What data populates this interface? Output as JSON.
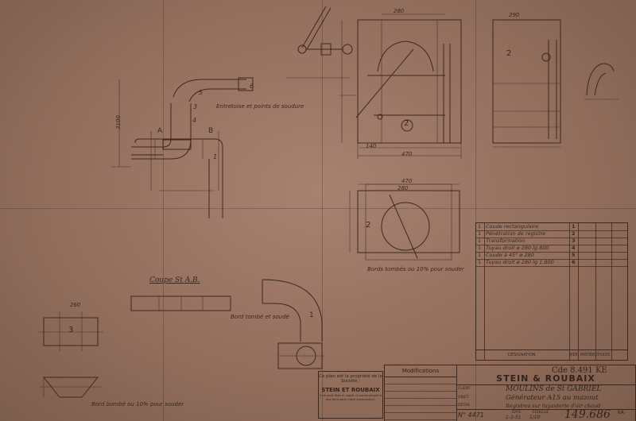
{
  "labels": {
    "section_title": "Coupe St A.B.",
    "section_a": "A",
    "section_b": "B",
    "circle_1": "1",
    "circle_2": "2",
    "circle_3": "3",
    "circle_4": "4",
    "circle_5": "5",
    "circle_6": "6",
    "note_reinforce": "Entretoise et points de soudure",
    "note_welded_edge": "Bord tombé et soudé",
    "note_bottom_edge": "Bord bombé ou 10% pour souder",
    "note_grid_edge": "Bords tombés ou 10% pour souder",
    "dim_3100": "3100",
    "dim_470_top": "470",
    "dim_280": "280",
    "dim_140": "140",
    "dim_470_mid": "470",
    "dim_280_mid": "280",
    "dim_290": "290",
    "dim_260": "260"
  },
  "parts_list": {
    "rows": [
      {
        "qty": "1",
        "designation": "Coude rectangulaire",
        "ref": "1"
      },
      {
        "qty": "1",
        "designation": "Pénétration de registre",
        "ref": "2"
      },
      {
        "qty": "1",
        "designation": "Transformation",
        "ref": "3"
      },
      {
        "qty": "1",
        "designation": "Tuyau droit ø 280 lg 800",
        "ref": "4"
      },
      {
        "qty": "1",
        "designation": "Coude à 45° ø 280",
        "ref": "5"
      },
      {
        "qty": "1",
        "designation": "Tuyau droit ø 280 lg 1.800",
        "ref": "6"
      }
    ],
    "footer": {
      "designation": "DÉSIGNATION",
      "ref": "REP.",
      "matter": "MATIÈRE",
      "weight": "POIDS"
    }
  },
  "notice": {
    "line1": "Ce plan est la propriété de la Société :",
    "company": "STEIN ET ROUBAIX",
    "line3": "Il ne peut être ni copié, ni communiqué à des tiers sans notre autorisation."
  },
  "title_block": {
    "modifications": "Modifications",
    "order": "Cde 8.491 KE",
    "company": "STEIN & ROUBAIX",
    "client_label": "CLIENT",
    "client": "MOULINS de St GABRIEL",
    "object_label": "OBJET",
    "object": "Générateur A15 au mazout",
    "detail_label": "DÉTAIL",
    "detail": "Registres sur tuyauterie d'air chaud",
    "number": "N° 4471",
    "date_label": "DATE",
    "date": "1-3-51",
    "scale_label": "ÉCHELLE",
    "scale": "1/10",
    "drawing_number": "149.686",
    "drawing_suffix": "KA"
  },
  "colors": {
    "paper": "#a88270",
    "ink": "#3d2820"
  }
}
